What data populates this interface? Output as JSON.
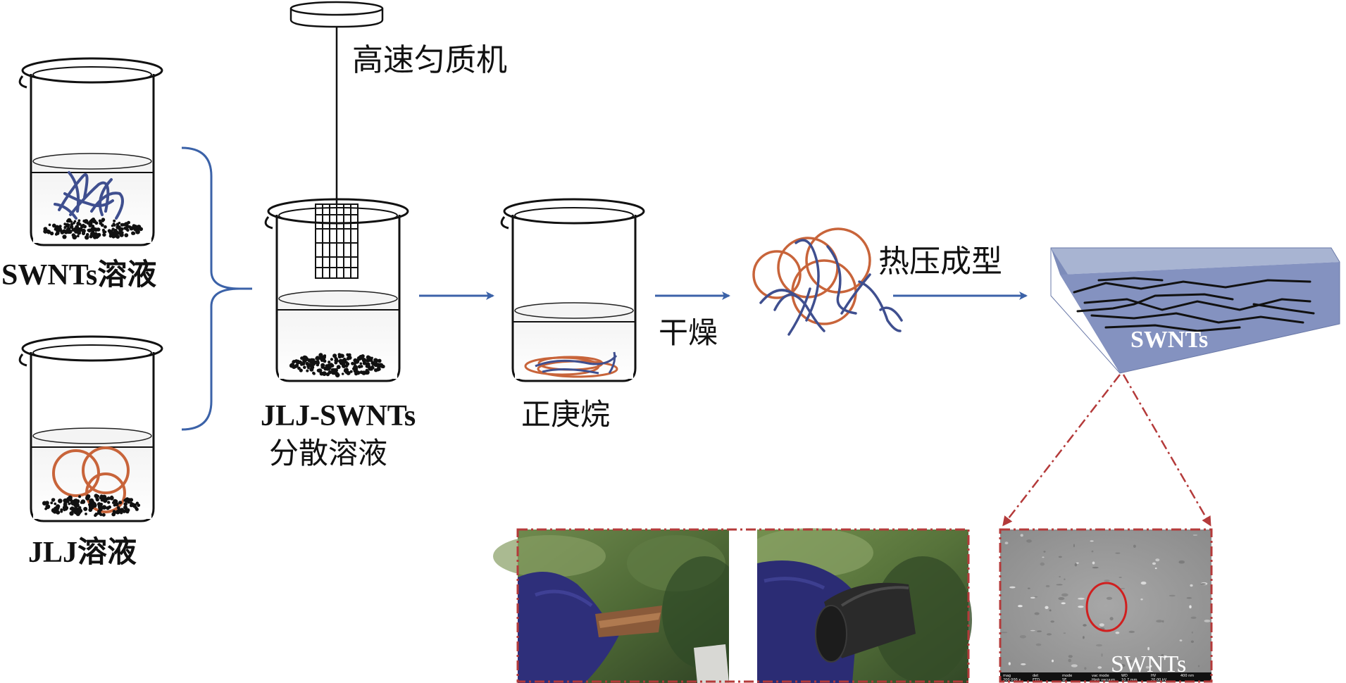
{
  "labels": {
    "homogenizer": "高速匀质机",
    "swnt_solution": "SWNTs溶液",
    "jlj_solution": "JLJ溶液",
    "dispersion_line1": "JLJ-SWNTs",
    "dispersion_line2": "分散溶液",
    "heptane": "正庚烷",
    "drying": "干燥",
    "hot_press": "热压成型",
    "block_label": "SWNTs",
    "sem_label": "SWNTs"
  },
  "sem_bar": {
    "headers": [
      "mag",
      "det",
      "mode",
      "vac mode",
      "WD",
      "HV",
      "400 nm"
    ],
    "values": [
      "200 000 x",
      "ETD",
      "SE",
      "High vacuum",
      "10.7 mm",
      "20.00 kV",
      ""
    ]
  },
  "colors": {
    "arrow": "#3b62a8",
    "bracket": "#3b62a8",
    "ring": "#c8643a",
    "nanotube": "#3f4f8f",
    "block_top": "#9aa8cc",
    "block_front": "#7f8fbd",
    "block_side": "#6d7cab",
    "dash_frame": "#b43a3a"
  }
}
